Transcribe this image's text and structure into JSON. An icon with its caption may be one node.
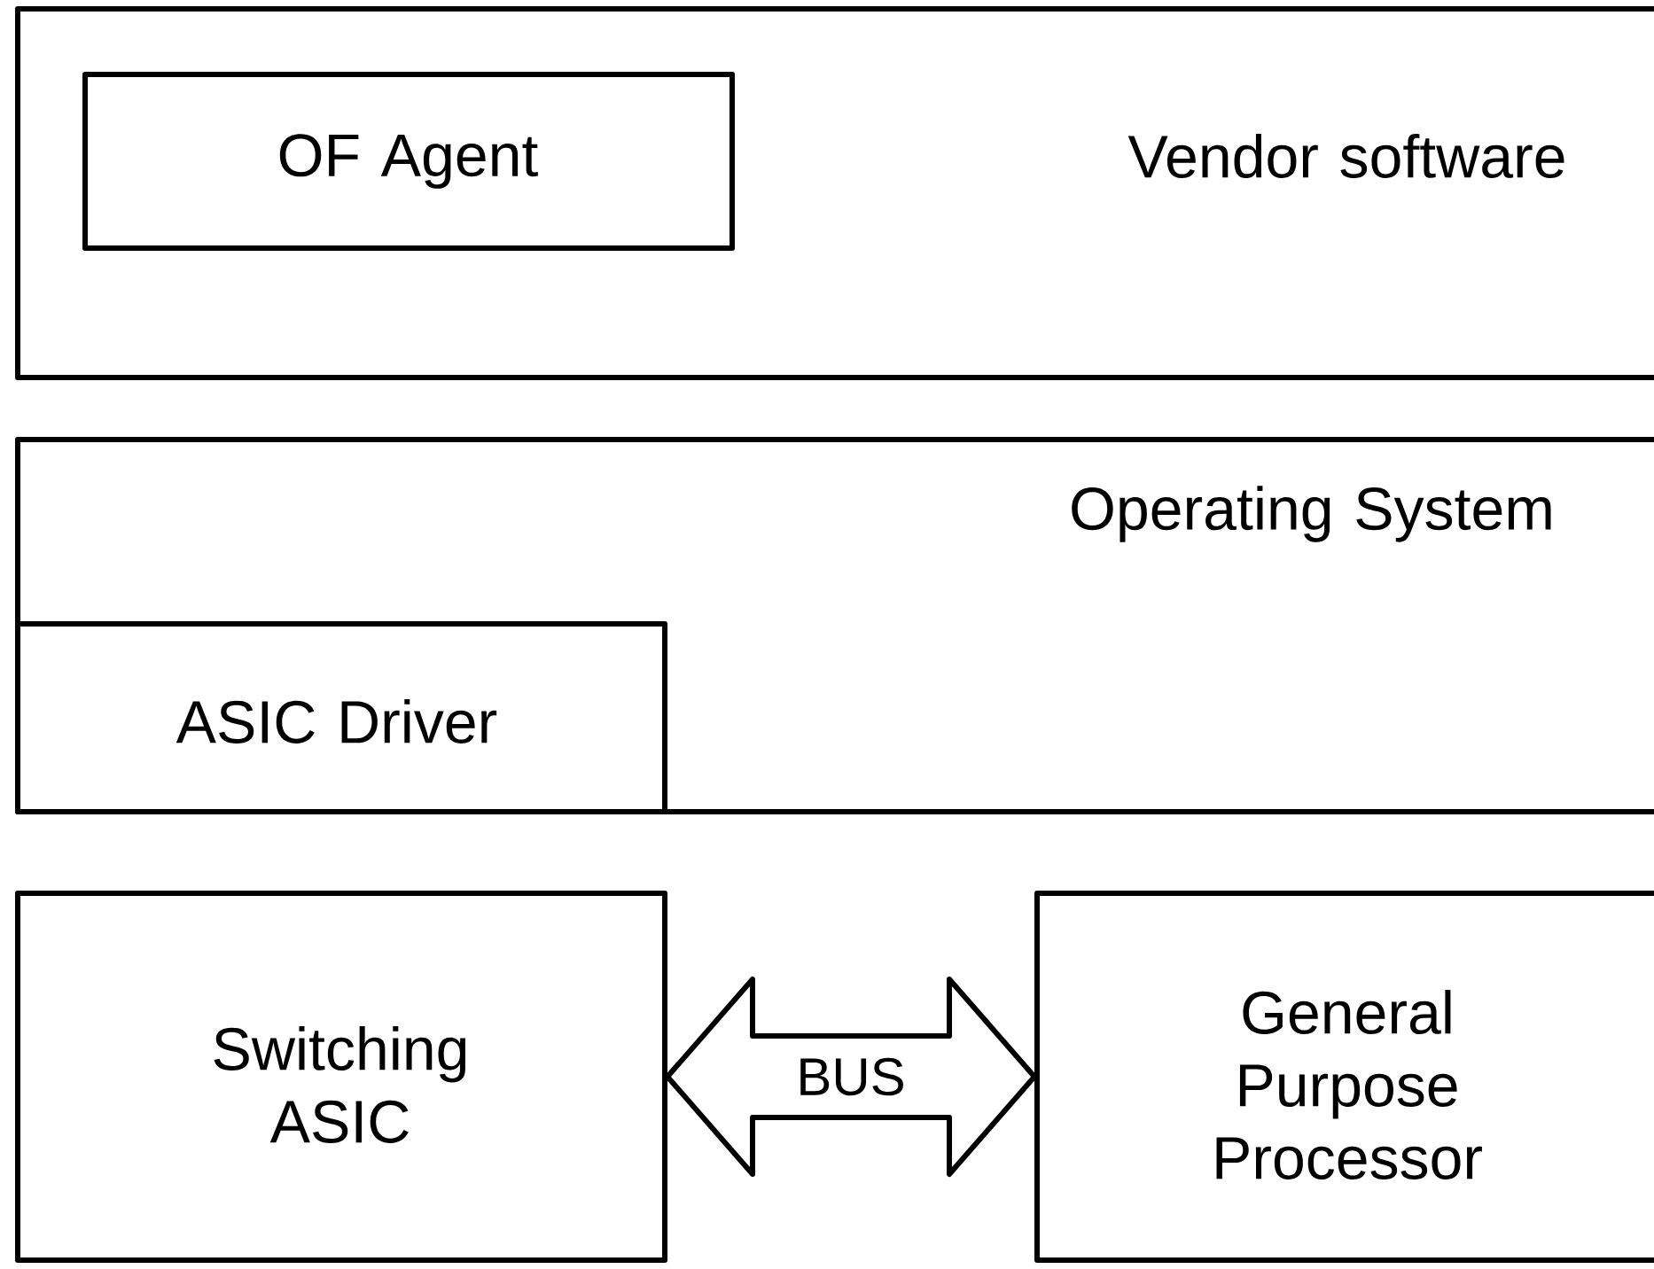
{
  "diagram": {
    "nodes": [
      {
        "text": [
          "Vendor software"
        ]
      },
      {
        "text": [
          "OF Agent"
        ],
        "in": 0
      },
      {
        "text": [
          "Operating System"
        ]
      },
      {
        "text": [
          "ASIC Driver"
        ],
        "in": 2
      },
      {
        "text": [
          "Switching ASIC"
        ]
      },
      {
        "text": [
          "General Purpose Processor"
        ]
      }
    ],
    "edges": [
      {
        "from": 4,
        "to": 5,
        "arrow": "both",
        "label": "BUS"
      }
    ]
  }
}
